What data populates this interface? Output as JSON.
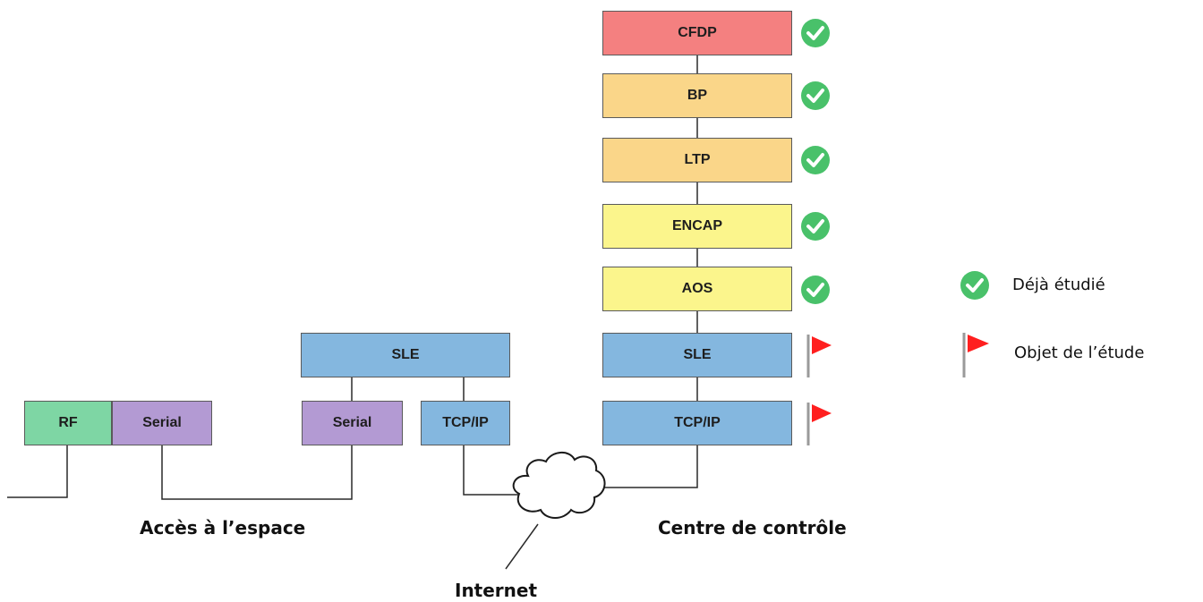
{
  "stack": {
    "cfdp": "CFDP",
    "bp": "BP",
    "ltp": "LTP",
    "encap": "ENCAP",
    "aos": "AOS",
    "sle": "SLE",
    "tcpip": "TCP/IP"
  },
  "access": {
    "sle": "SLE",
    "rf": "RF",
    "serial_left": "Serial",
    "serial_right": "Serial",
    "tcpip": "TCP/IP"
  },
  "captions": {
    "space_access": "Accès à l’espace",
    "control_center": "Centre de contrôle",
    "internet": "Internet"
  },
  "legend": {
    "studied": "Déjà étudié",
    "study_object": "Objet de l’étude"
  },
  "icons": {
    "studied": "check-circle-icon",
    "study_object": "red-flag-icon"
  },
  "colors": {
    "cfdp": "#f48080",
    "bp_ltp": "#fad689",
    "encap_aos": "#fbf58c",
    "sle_tcpip": "#84b7df",
    "rf": "#7ed6a4",
    "serial": "#b39ad3",
    "check": "#49c16a",
    "flag": "#ff1f1f"
  }
}
